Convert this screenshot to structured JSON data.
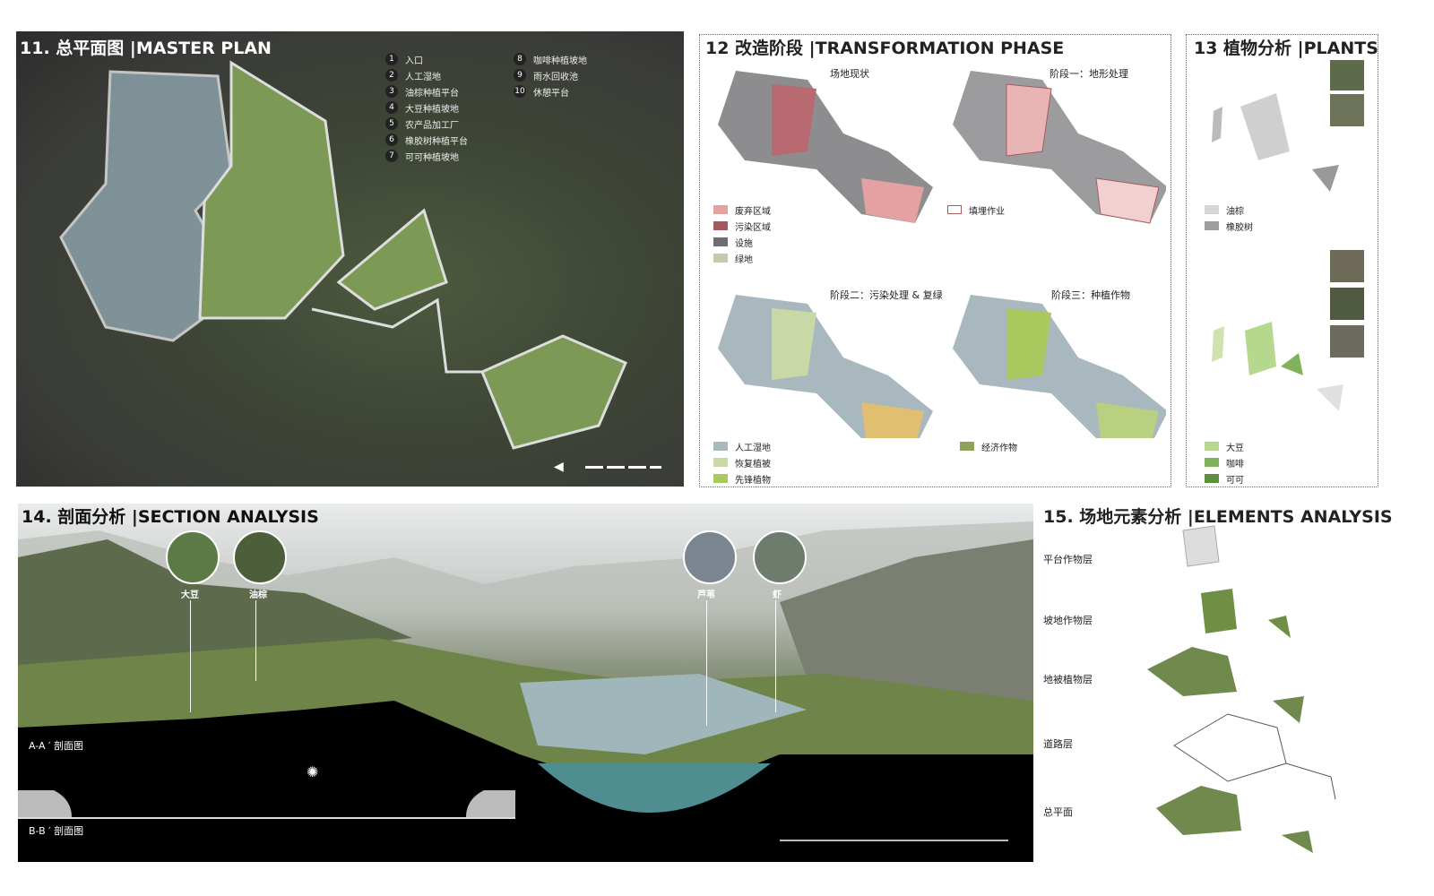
{
  "master_plan": {
    "title": "11. 总平面图 |MASTER PLAN",
    "legend": [
      {
        "n": "1",
        "t": "入口"
      },
      {
        "n": "2",
        "t": "人工湿地"
      },
      {
        "n": "3",
        "t": "油棕种植平台"
      },
      {
        "n": "4",
        "t": "大豆种植坡地"
      },
      {
        "n": "5",
        "t": "农产品加工厂"
      },
      {
        "n": "6",
        "t": "橡胶树种植平台"
      },
      {
        "n": "7",
        "t": "可可种植坡地"
      },
      {
        "n": "8",
        "t": "咖啡种植坡地"
      },
      {
        "n": "9",
        "t": "雨水回收池"
      },
      {
        "n": "10",
        "t": "休憩平台"
      }
    ]
  },
  "transformation": {
    "title": "12 改造阶段 |TRANSFORMATION PHASE",
    "stages": [
      "场地现状",
      "阶段一：地形处理",
      "阶段二：污染处理 & 复绿",
      "阶段三：种植作物"
    ],
    "legend_a": [
      {
        "t": "废弃区域",
        "c": "#e3a1a1"
      },
      {
        "t": "污染区域",
        "c": "#a75a5e"
      },
      {
        "t": "设施",
        "c": "#6f6d70"
      },
      {
        "t": "绿地",
        "c": "#bfcaae"
      }
    ],
    "legend_b": "填埋作业",
    "legend_c": [
      {
        "t": "人工湿地",
        "c": "#a9b8be"
      },
      {
        "t": "恢复植被",
        "c": "#c9d9a6"
      },
      {
        "t": "先锋植物",
        "c": "#a9c85e"
      }
    ],
    "legend_d": {
      "t": "经济作物",
      "c": "#8ea35a"
    }
  },
  "plants": {
    "title": "13 植物分析 |PLANTS",
    "legend_a": [
      {
        "t": "油棕",
        "c": "#d6d6d6"
      },
      {
        "t": "橡胶树",
        "c": "#9e9e9e"
      }
    ],
    "legend_b": [
      {
        "t": "大豆",
        "c": "#b6d88e"
      },
      {
        "t": "咖啡",
        "c": "#7fb25a"
      },
      {
        "t": "可可",
        "c": "#5e8e3e"
      }
    ]
  },
  "section": {
    "title": "14. 剖面分析 |SECTION ANALYSIS",
    "tags": [
      "大豆",
      "油棕",
      "芦苇",
      "虾"
    ],
    "aa": "A-A ′ 剖面图",
    "bb": "B-B ′ 剖面图"
  },
  "elements": {
    "title": "15. 场地元素分析 |ELEMENTS ANALYSIS",
    "layers": [
      "平台作物层",
      "坡地作物层",
      "地被植物层",
      "道路层",
      "总平面"
    ]
  }
}
